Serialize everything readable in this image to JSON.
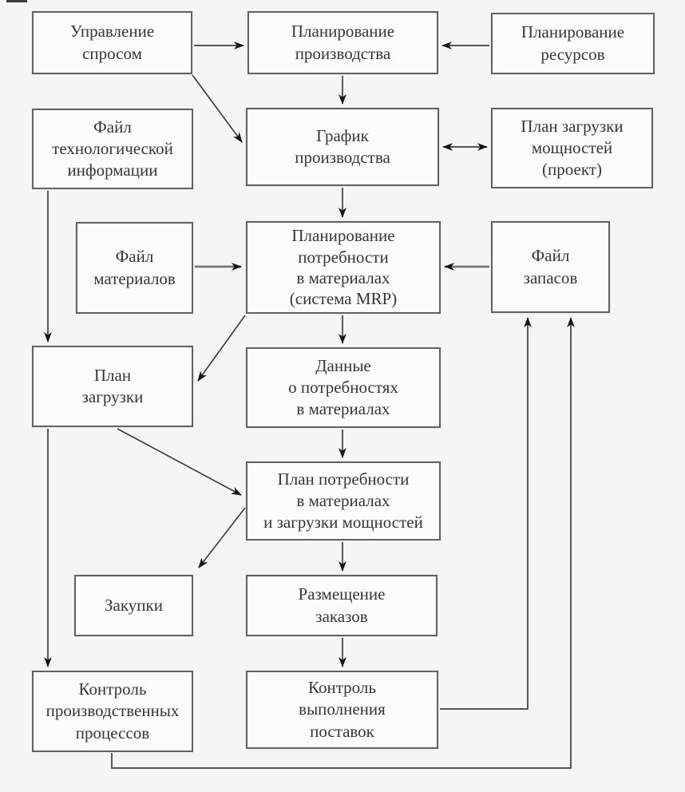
{
  "colors": {
    "background": "#f5f5f3",
    "node_fill": "#fcfcfb",
    "node_border": "#616161",
    "edge_line": "#3e3e3e",
    "arrowhead": "#161616"
  },
  "diagram": {
    "language": "ru",
    "nodes": {
      "demand_management": {
        "label": "Управление\nспросом"
      },
      "production_planning": {
        "label": "Планирование\nпроизводства"
      },
      "resource_planning": {
        "label": "Планирование\nресурсов"
      },
      "tech_info_file": {
        "label": "Файл\nтехнологической\nинформации"
      },
      "production_schedule": {
        "label": "График\nпроизводства"
      },
      "capacity_plan_draft": {
        "label": "План загрузки\nмощностей\n(проект)"
      },
      "materials_file": {
        "label": "Файл\nматериалов"
      },
      "mrp": {
        "label": "Планирование\nпотребности\nв материалах\n(система MRP)"
      },
      "inventory_file": {
        "label": "Файл\nзапасов"
      },
      "load_plan": {
        "label": "План\nзагрузки"
      },
      "requirements_data": {
        "label": "Данные\nо потребностях\nв материалах"
      },
      "requirements_plan": {
        "label": "План потребности\nв материалах\nи загрузки мощностей"
      },
      "purchasing": {
        "label": "Закупки"
      },
      "order_placement": {
        "label": "Размещение\nзаказов"
      },
      "process_control": {
        "label": "Контроль\nпроизводственных\nпроцессов"
      },
      "delivery_control": {
        "label": "Контроль\nвыполнения\nпоставок"
      }
    },
    "edges": [
      {
        "from": "demand_management",
        "to": "production_planning",
        "type": "arrow"
      },
      {
        "from": "resource_planning",
        "to": "production_planning",
        "type": "arrow"
      },
      {
        "from": "production_planning",
        "to": "production_schedule",
        "type": "arrow"
      },
      {
        "from": "demand_management",
        "to": "production_schedule",
        "type": "arrow"
      },
      {
        "from": "production_schedule",
        "to": "capacity_plan_draft",
        "type": "double-arrow"
      },
      {
        "from": "production_schedule",
        "to": "mrp",
        "type": "arrow"
      },
      {
        "from": "materials_file",
        "to": "mrp",
        "type": "arrow"
      },
      {
        "from": "inventory_file",
        "to": "mrp",
        "type": "arrow"
      },
      {
        "from": "tech_info_file",
        "to": "load_plan",
        "type": "arrow"
      },
      {
        "from": "mrp",
        "to": "load_plan",
        "type": "arrow"
      },
      {
        "from": "mrp",
        "to": "requirements_data",
        "type": "arrow"
      },
      {
        "from": "requirements_data",
        "to": "requirements_plan",
        "type": "arrow"
      },
      {
        "from": "load_plan",
        "to": "requirements_plan",
        "type": "arrow"
      },
      {
        "from": "requirements_plan",
        "to": "purchasing",
        "type": "arrow"
      },
      {
        "from": "requirements_plan",
        "to": "order_placement",
        "type": "arrow"
      },
      {
        "from": "order_placement",
        "to": "delivery_control",
        "type": "arrow"
      },
      {
        "from": "load_plan",
        "to": "process_control",
        "type": "arrow"
      },
      {
        "from": "delivery_control",
        "to": "inventory_file",
        "type": "elbow-arrow"
      },
      {
        "from": "process_control",
        "to": "inventory_file",
        "type": "elbow-arrow"
      }
    ]
  }
}
